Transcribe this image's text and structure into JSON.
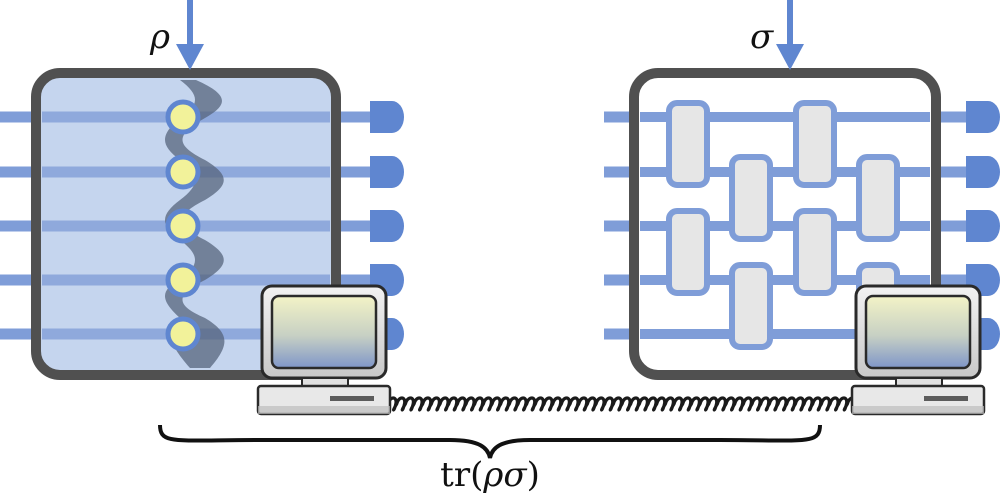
{
  "left_state": {
    "symbol": "ρ",
    "wires": 5
  },
  "right_state": {
    "symbol": "σ",
    "wires": 5
  },
  "result": {
    "expression_prefix": "tr(",
    "rho": "ρ",
    "sigma": "σ",
    "expression_suffix": ")"
  },
  "colors": {
    "wire": "#7f9dd8",
    "box_border": "#505050",
    "left_fill": "#c5d5ee",
    "gate_fill": "#e6e6e6",
    "qubit_dot": "#f2f29a",
    "arrow": "#5f86d0"
  },
  "icons": [
    "down-arrow-icon",
    "computer-icon",
    "coiled-cable-icon",
    "curly-brace-icon"
  ]
}
